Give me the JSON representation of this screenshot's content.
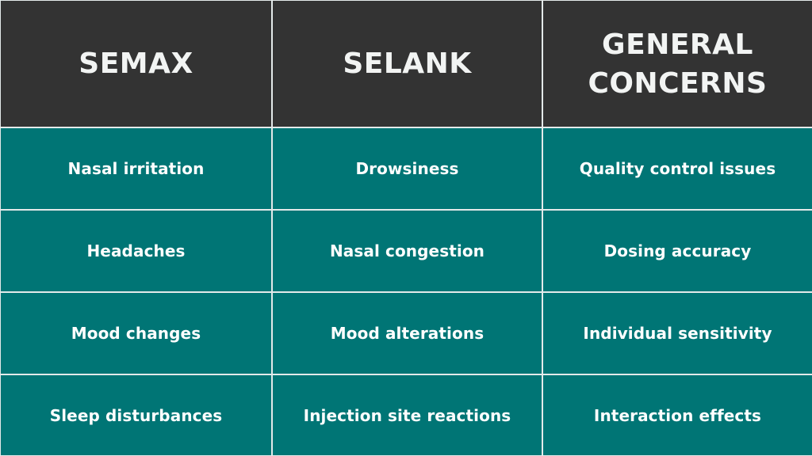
{
  "table": {
    "headers": [
      "SEMAX",
      "SELANK",
      "GENERAL CONCERNS"
    ],
    "header_lines": {
      "col3_line1": "GENERAL",
      "col3_line2": "CONCERNS"
    },
    "rows": [
      [
        "Nasal irritation",
        "Drowsiness",
        "Quality control issues"
      ],
      [
        "Headaches",
        "Nasal congestion",
        "Dosing accuracy"
      ],
      [
        "Mood changes",
        "Mood alterations",
        "Individual sensitivity"
      ],
      [
        "Sleep disturbances",
        "Injection site reactions",
        "Interaction effects"
      ]
    ]
  },
  "colors": {
    "header_bg": "#333333",
    "body_bg": "#007575",
    "grid_lines": "#e4eaea",
    "text": "#ffffff"
  }
}
